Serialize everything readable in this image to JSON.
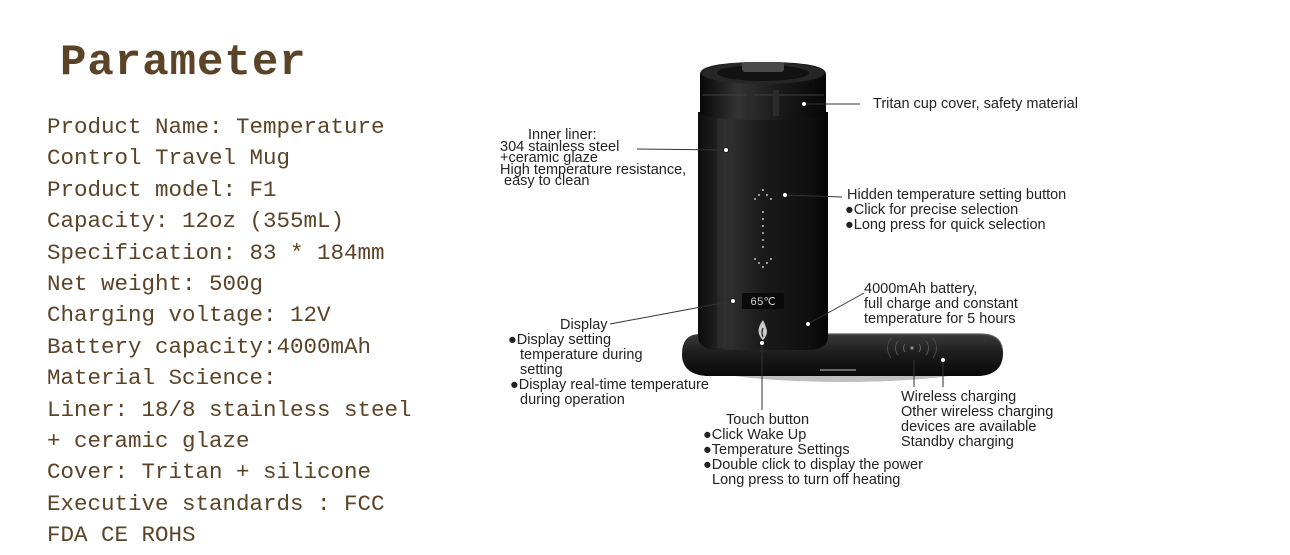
{
  "title": "Parameter",
  "specs": [
    "Product Name: Temperature",
    "Control Travel Mug",
    "Product model: F1",
    "Capacity: 12oz (355mL)",
    "Specification: 83 * 184mm",
    "Net weight: 500g",
    "Charging voltage: 12V",
    "Battery capacity:4000mAh",
    "Material Science:",
    "Liner: 18/8 stainless steel",
    "+ ceramic glaze",
    "Cover: Tritan + silicone",
    "Executive standards : FCC",
    "FDA CE ROHS"
  ],
  "display_reading": "65℃",
  "callouts": {
    "cover": [
      "Tritan cup cover, safety material"
    ],
    "liner": [
      "Inner liner:",
      "304 stainless steel",
      "+ceramic glaze",
      "High temperature resistance,",
      "easy to clean"
    ],
    "hidden_button": [
      "Hidden temperature setting button",
      "●Click for precise selection",
      "●Long press for quick selection"
    ],
    "battery": [
      "4000mAh battery,",
      "full charge and constant",
      "temperature for 5 hours"
    ],
    "display": [
      "Display",
      "●Display setting",
      "temperature during",
      "setting",
      "●Display real-time temperature",
      "during operation"
    ],
    "touch": [
      "Touch button",
      "●Click Wake Up",
      "●Temperature Settings",
      "●Double click to display the power",
      "Long press to turn off heating"
    ],
    "wireless": [
      "Wireless charging",
      "Other wireless charging",
      "devices are available",
      "Standby charging"
    ]
  }
}
